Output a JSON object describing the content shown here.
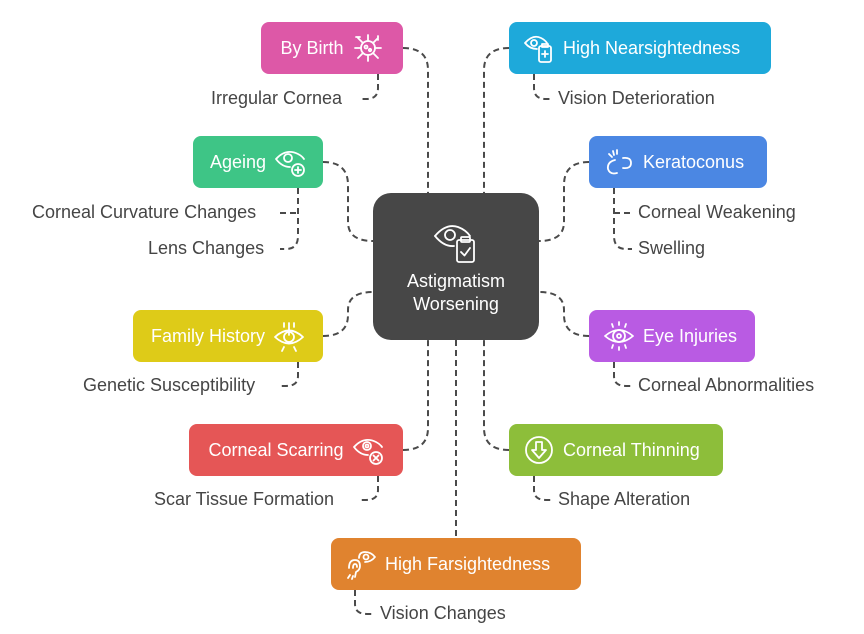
{
  "center": {
    "title_line1": "Astigmatism",
    "title_line2": "Worsening",
    "icon": "eye-clipboard-check-icon",
    "color": "#474747"
  },
  "causes": [
    {
      "id": "by-birth",
      "label": "By Birth",
      "icon": "virus-cell-icon",
      "color": "#DD58A7",
      "details": [
        "Irregular Cornea"
      ]
    },
    {
      "id": "high-nearsightedness",
      "label": "High Nearsightedness",
      "icon": "eye-medical-clipboard-icon",
      "color": "#1EA9DA",
      "details": [
        "Vision Deterioration"
      ]
    },
    {
      "id": "ageing",
      "label": "Ageing",
      "icon": "eye-plus-icon",
      "color": "#3EC586",
      "details": [
        "Corneal Curvature Changes",
        "Lens Changes"
      ]
    },
    {
      "id": "keratoconus",
      "label": "Keratoconus",
      "icon": "broken-link-icon",
      "color": "#4B87E3",
      "details": [
        "Corneal Weakening",
        "Swelling"
      ]
    },
    {
      "id": "family-history",
      "label": "Family History",
      "icon": "eye-dna-icon",
      "color": "#DECB18",
      "details": [
        "Genetic Susceptibility"
      ]
    },
    {
      "id": "eye-injuries",
      "label": "Eye Injuries",
      "icon": "eye-target-icon",
      "color": "#B95BE3",
      "details": [
        "Corneal Abnormalities"
      ]
    },
    {
      "id": "corneal-scarring",
      "label": "Corneal Scarring",
      "icon": "eye-x-icon",
      "color": "#E55656",
      "details": [
        "Scar Tissue Formation"
      ]
    },
    {
      "id": "corneal-thinning",
      "label": "Corneal Thinning",
      "icon": "arrow-down-circle-icon",
      "color": "#8DBE3A",
      "details": [
        "Shape Alteration"
      ]
    },
    {
      "id": "high-farsightedness",
      "label": "High Farsightedness",
      "icon": "ear-eye-icon",
      "color": "#E0832F",
      "details": [
        "Vision Changes"
      ]
    }
  ]
}
